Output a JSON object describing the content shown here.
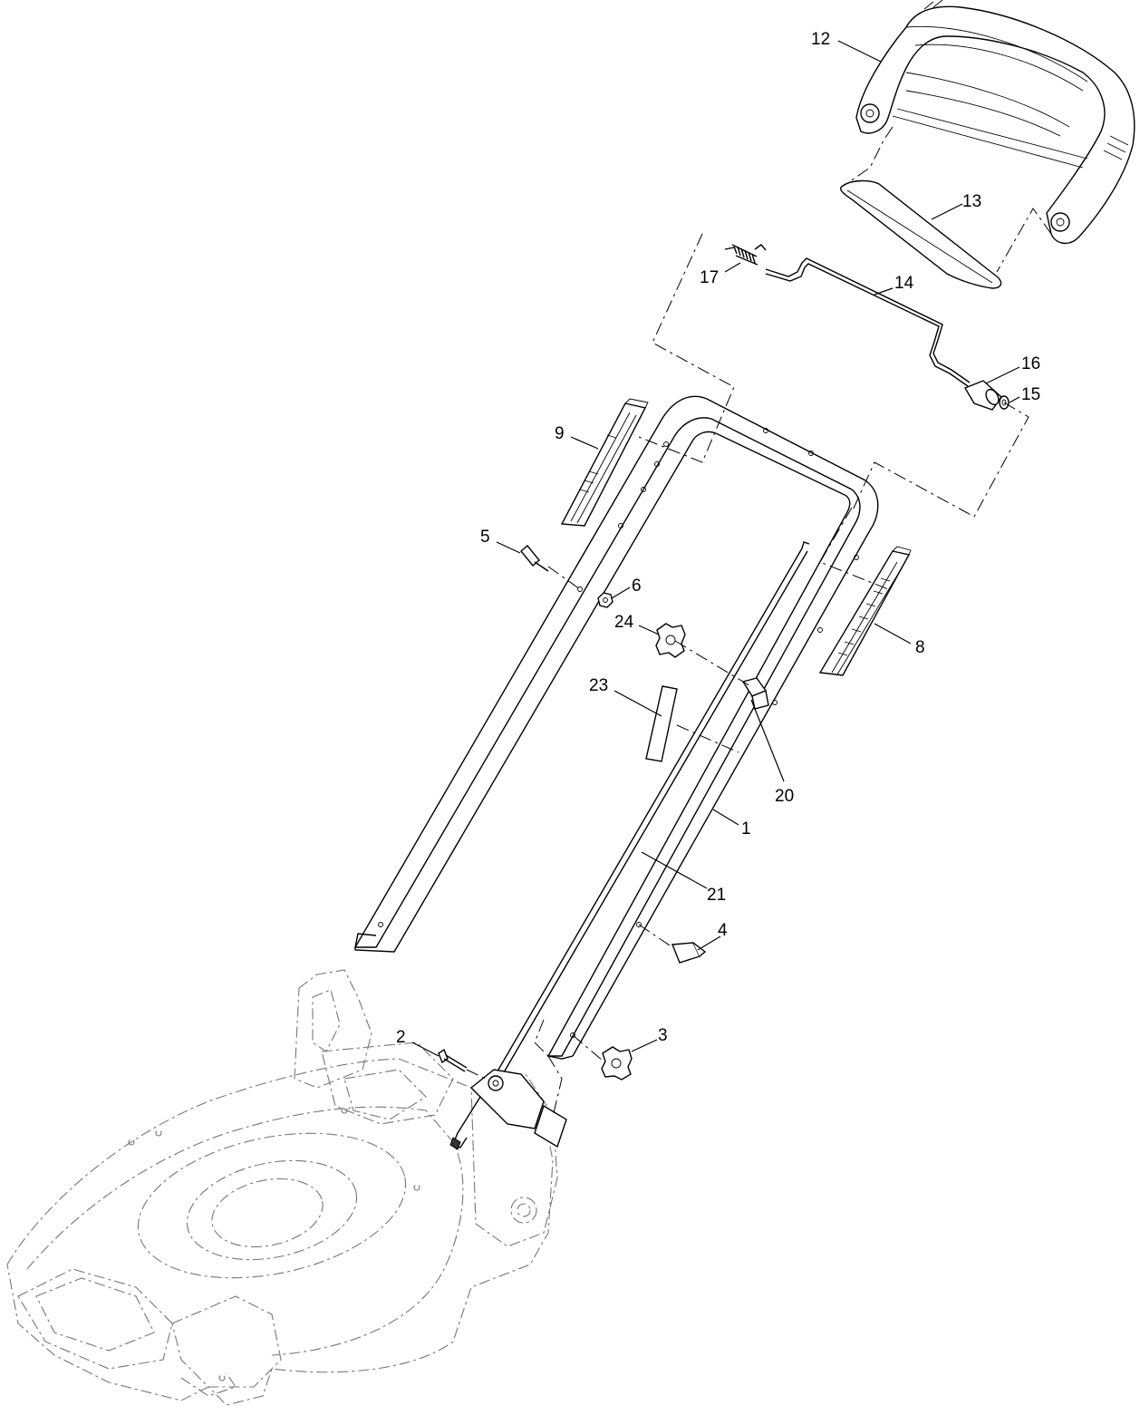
{
  "callouts": [
    {
      "id": "1",
      "text": "1"
    },
    {
      "id": "2",
      "text": "2"
    },
    {
      "id": "3",
      "text": "3"
    },
    {
      "id": "4",
      "text": "4"
    },
    {
      "id": "5",
      "text": "5"
    },
    {
      "id": "6",
      "text": "6"
    },
    {
      "id": "8",
      "text": "8"
    },
    {
      "id": "9",
      "text": "9"
    },
    {
      "id": "12",
      "text": "12"
    },
    {
      "id": "13",
      "text": "13"
    },
    {
      "id": "14",
      "text": "14"
    },
    {
      "id": "15",
      "text": "15"
    },
    {
      "id": "16",
      "text": "16"
    },
    {
      "id": "17",
      "text": "17"
    },
    {
      "id": "20",
      "text": "20"
    },
    {
      "id": "21",
      "text": "21"
    },
    {
      "id": "23",
      "text": "23"
    },
    {
      "id": "24",
      "text": "24"
    }
  ]
}
